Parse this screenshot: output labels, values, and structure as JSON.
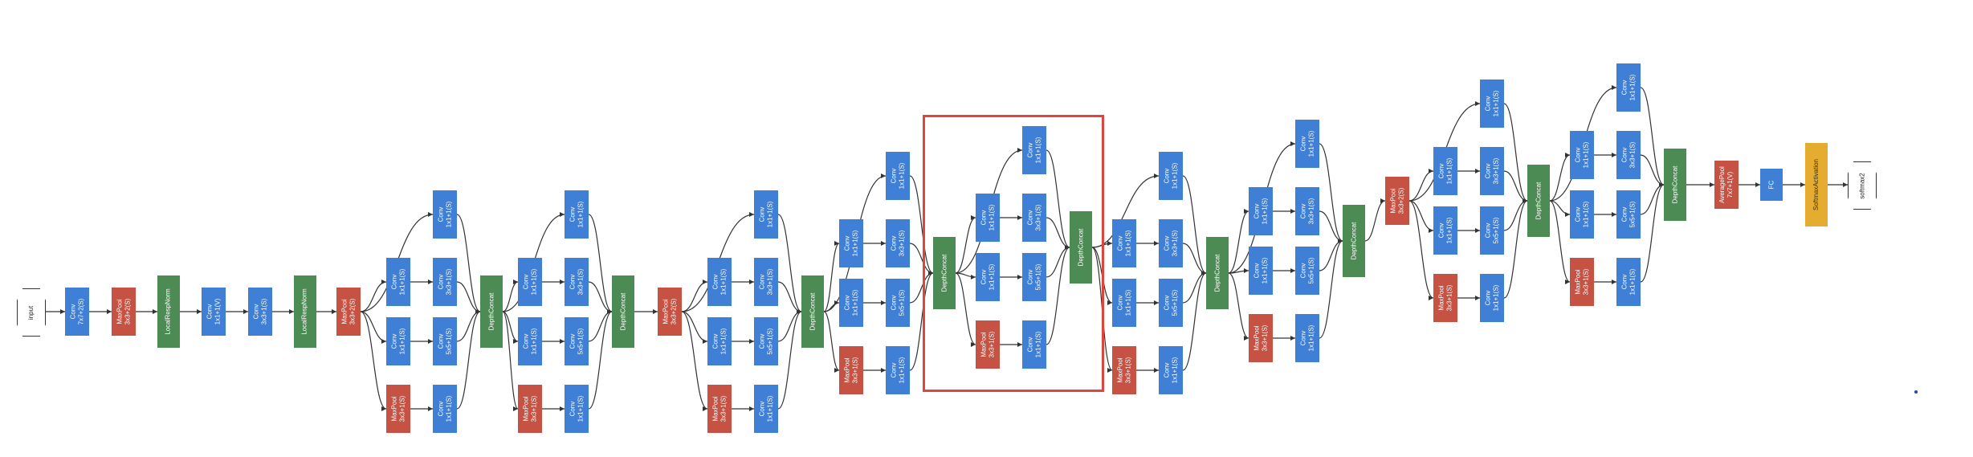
{
  "diagram": {
    "input_label": "input",
    "output_label": "softmax2",
    "labels": {
      "conv": "Conv",
      "maxpool": "MaxPool",
      "depthconcat": "DepthConcat",
      "lrn": "LocalRespNorm",
      "fc": "FC",
      "avgpool": "AveragePool",
      "softmax": "SoftmaxActivation"
    },
    "stem_params": [
      "7x7+2(S)",
      "3x3+2(S)",
      "1x1+1(V)",
      "3x3+1(S)",
      "3x3+2(S)"
    ],
    "branch_params": {
      "conv1": "1x1+1(S)",
      "conv3": "3x3+1(S)",
      "conv5": "5x5+1(S)",
      "pool": "3x3+1(S)"
    },
    "head_params": {
      "avgpool": "7x7+1(V)"
    },
    "colors": {
      "conv": "#3f7fd6",
      "pool": "#c65243",
      "concat": "#4d8b55",
      "softmax": "#e5ad2f",
      "highlight": "#e0453d",
      "edge": "#333333"
    }
  }
}
